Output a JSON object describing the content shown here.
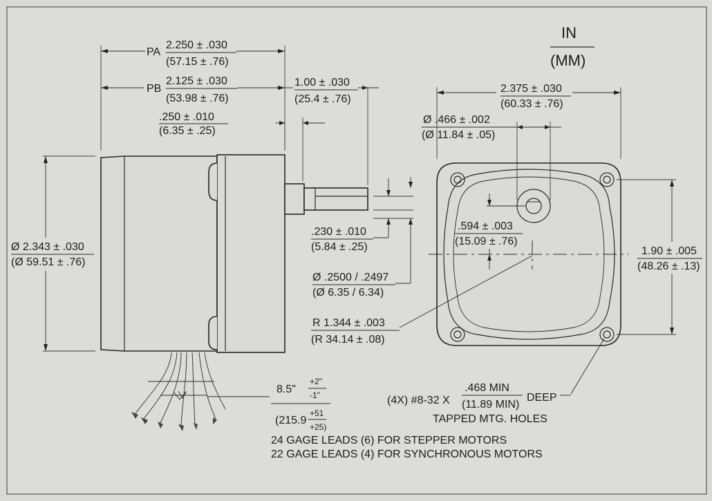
{
  "units": {
    "top": "IN",
    "bottom": "(MM)"
  },
  "dims": {
    "pa": {
      "prefix": "PA",
      "in": "2.250 ± .030",
      "mm": "(57.15 ± .76)"
    },
    "pb": {
      "prefix": "PB",
      "in": "2.125 ± .030",
      "mm": "(53.98 ± .76)"
    },
    "shaft_len": {
      "in": "1.00 ± .030",
      "mm": "(25.4 ± .76)"
    },
    "flange": {
      "in": ".250 ± .010",
      "mm": "(6.35 ± .25)"
    },
    "diameter": {
      "in": "Ø 2.343 ± .030",
      "mm": "(Ø 59.51 ± .76)"
    },
    "flat": {
      "in": ".230 ± .010",
      "mm": "(5.84 ± .25)"
    },
    "shaft_dia": {
      "in": "Ø .2500 / .2497",
      "mm": "(Ø 6.35 / 6.34)"
    },
    "radius": {
      "in": "R 1.344 ± .003",
      "mm": "(R 34.14 ± .08)"
    },
    "width": {
      "in": "2.375 ± .030",
      "mm": "(60.33 ± .76)"
    },
    "boss": {
      "in": "Ø .466 ± .002",
      "mm": "(Ø 11.84 ± .05)"
    },
    "offset": {
      "in": ".594 ± .003",
      "mm": "(15.09 ± .76)"
    },
    "hole_spacing": {
      "in": "1.90 ± .005",
      "mm": "(48.26 ± .13)"
    }
  },
  "leads": {
    "length_main": "8.5\"",
    "length_plus": "+2\"",
    "length_minus": "-1\"",
    "mm_main": "(215.9",
    "mm_plus": "+51",
    "mm_minus": "+25)",
    "note1": "24 GAGE LEADS (6) FOR STEPPER MOTORS",
    "note2": "22 GAGE LEADS (4) FOR SYNCHRONOUS MOTORS"
  },
  "holes": {
    "prefix": "(4X) #8-32 X",
    "depth_in": ".468 MIN",
    "depth_mm": "(11.89 MIN)",
    "suffix": "DEEP",
    "label": "TAPPED MTG. HOLES"
  }
}
